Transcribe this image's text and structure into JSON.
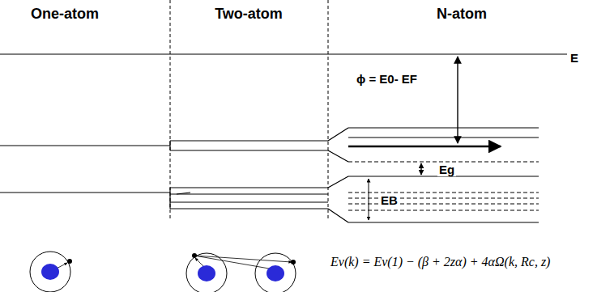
{
  "diagram": {
    "labels": [
      "One-atom",
      "Two-atom",
      "N-atom",
      "E",
      "ϕ = E0- EF",
      "Eg",
      "EB",
      "Ev(k) = Ev(1) − (β + 2zα) + 4αΩ(k, Rc, z)"
    ]
  }
}
